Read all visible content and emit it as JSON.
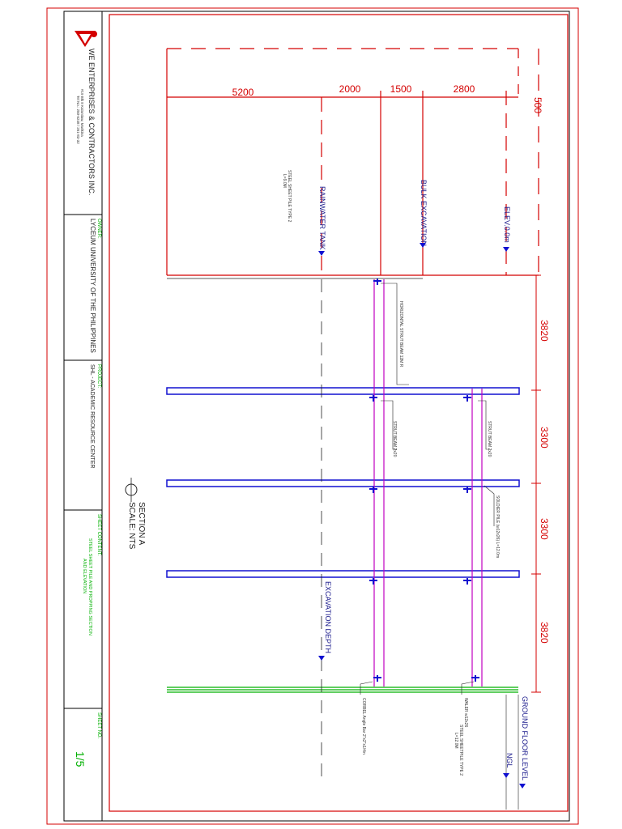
{
  "company": {
    "name": "WE ENTERPRISES & CONTRACTORS INC.",
    "address": "#19 Blk 8 Kalantiaw, Marikina",
    "tel": "Tel No.: 250-6248 / 261-83-32"
  },
  "title_block": {
    "owner_label": "OWNER:",
    "owner": "LYCEUM UNIVERSITY OF THE PHILIPPINES",
    "project_label": "PROJECT:",
    "project": "SHL - ACADEMIC RESOURCE CENTER",
    "sheet_content_label": "SHEET CONTENT:",
    "sheet_content_line1": "STEEL SHEET PILE AND PROPPING SECTION",
    "sheet_content_line2": "AND ELEVATION",
    "sheet_no_label": "SHEET NO.",
    "sheet_no": "1/5"
  },
  "section": {
    "title": "SECTION A",
    "scale": "SCALE:   NTS"
  },
  "dimensions": {
    "horizontal": [
      "5200",
      "2000",
      "1500",
      "2800",
      "500"
    ],
    "vertical": [
      "3820",
      "3300",
      "3300",
      "3820"
    ]
  },
  "labels": {
    "rainwater_tank": "RAINWATER TANK",
    "bulk_excavation": "BULK EXCAVATION",
    "elev": "ELEV.0.0m",
    "excavation_depth": "EXCAVATION DEPTH",
    "ground_floor": "GROUND FLOOR LEVEL",
    "ngl": "NGL",
    "sheet_pile_1": "STEEL SHEET PILE TYPE 2",
    "sheet_pile_1b": "L=9.0M",
    "horizontal_support": "HORIZONTAL STRUT BEAM 12M R",
    "strut_1": "STRUT BEAM 2x20",
    "strut_2": "STRUT BEAM 2x20",
    "soldier_pile": "SOLDIER PILE (w12x26) L=12.0m",
    "corbel": "CORBEL Angle Bar 2\"x2\"x1/4in",
    "waler": "WALER w12x26",
    "sheet_pile_2": "STEEL SHEETPILE TYPE 2",
    "sheet_pile_2b": "L=12.0M"
  },
  "colors": {
    "border": "#d40000",
    "strut": "#1010d0",
    "pile": "#c000c0",
    "ground": "#00b000",
    "text": "#1a1a8c"
  }
}
